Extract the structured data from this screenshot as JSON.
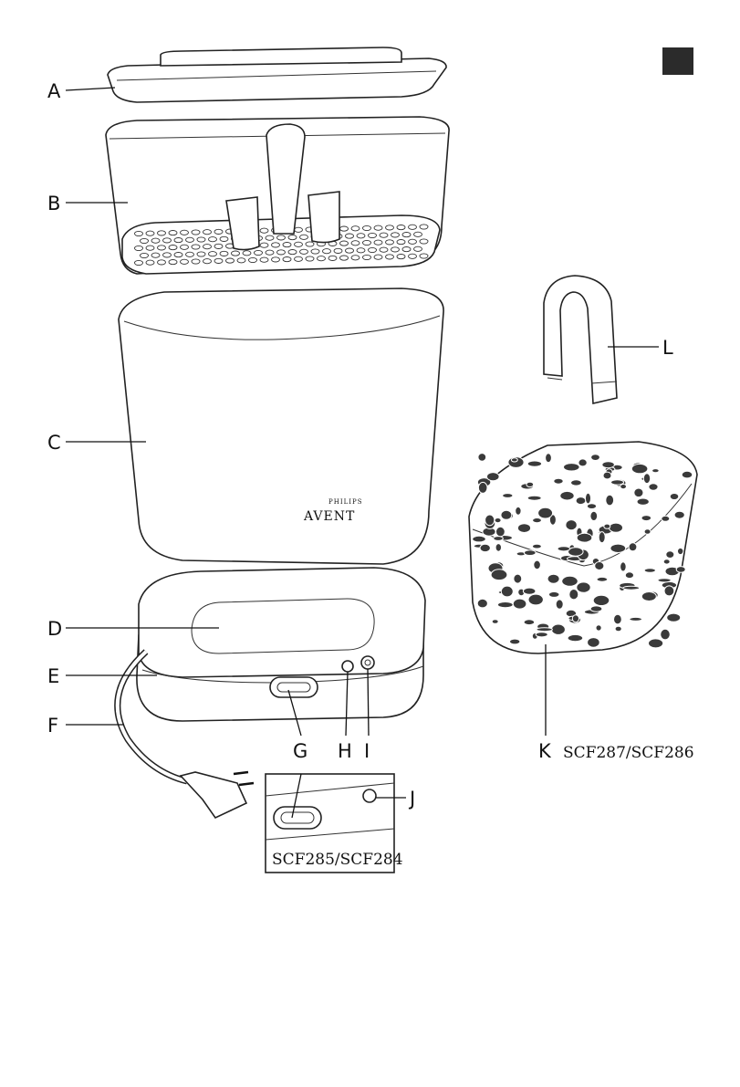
{
  "labels": {
    "a": "A",
    "b": "B",
    "c": "C",
    "d": "D",
    "e": "E",
    "f": "F",
    "g": "G",
    "h": "H",
    "i": "I",
    "j": "J",
    "k": "K",
    "l": "L"
  },
  "brand": {
    "line1": "PHILIPS",
    "line2": "AVENT"
  },
  "models": {
    "k_variant": "SCF287/SCF286",
    "inset_variant": "SCF285/SCF284"
  },
  "colors": {
    "ink": "#111111",
    "dark_fill": "#3a3a3a",
    "tab_marker": "#2b2b2b"
  }
}
